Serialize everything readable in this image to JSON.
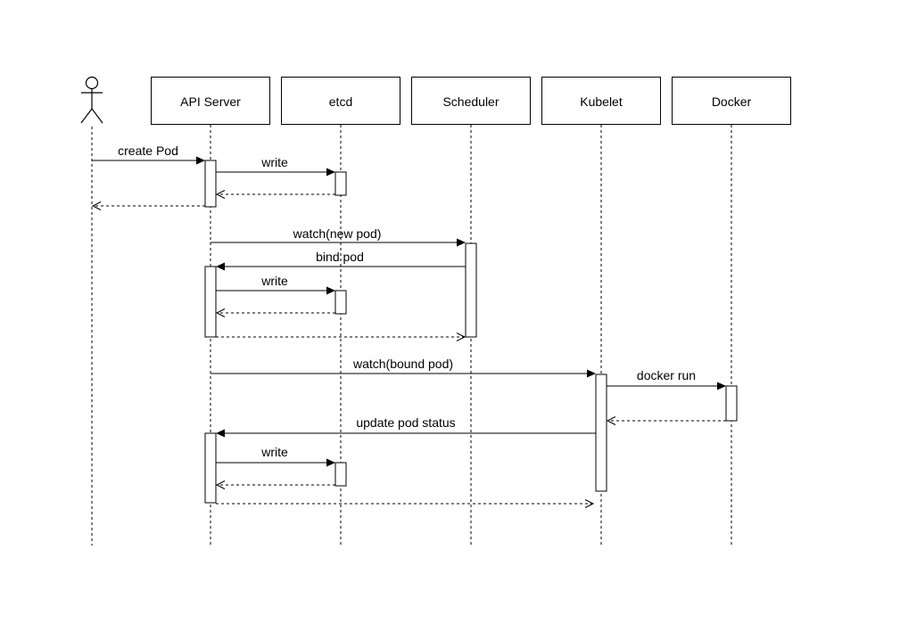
{
  "diagram": {
    "type": "sequence",
    "participants": [
      {
        "id": "user",
        "label": "",
        "kind": "actor"
      },
      {
        "id": "api",
        "label": "API Server",
        "kind": "box"
      },
      {
        "id": "etcd",
        "label": "etcd",
        "kind": "box"
      },
      {
        "id": "sched",
        "label": "Scheduler",
        "kind": "box"
      },
      {
        "id": "kubelet",
        "label": "Kubelet",
        "kind": "box"
      },
      {
        "id": "docker",
        "label": "Docker",
        "kind": "box"
      }
    ],
    "messages": [
      {
        "from": "user",
        "to": "api",
        "label": "create Pod",
        "style": "solid"
      },
      {
        "from": "api",
        "to": "etcd",
        "label": "write",
        "style": "solid"
      },
      {
        "from": "etcd",
        "to": "api",
        "label": "",
        "style": "dashed"
      },
      {
        "from": "api",
        "to": "user",
        "label": "",
        "style": "dashed"
      },
      {
        "from": "api",
        "to": "sched",
        "label": "watch(new pod)",
        "style": "solid"
      },
      {
        "from": "sched",
        "to": "api",
        "label": "bind pod",
        "style": "solid"
      },
      {
        "from": "api",
        "to": "etcd",
        "label": "write",
        "style": "solid"
      },
      {
        "from": "etcd",
        "to": "api",
        "label": "",
        "style": "dashed"
      },
      {
        "from": "api",
        "to": "sched",
        "label": "",
        "style": "dashed"
      },
      {
        "from": "api",
        "to": "kubelet",
        "label": "watch(bound pod)",
        "style": "solid"
      },
      {
        "from": "kubelet",
        "to": "docker",
        "label": "docker run",
        "style": "solid"
      },
      {
        "from": "docker",
        "to": "kubelet",
        "label": "",
        "style": "dashed"
      },
      {
        "from": "kubelet",
        "to": "api",
        "label": "update pod status",
        "style": "solid"
      },
      {
        "from": "api",
        "to": "etcd",
        "label": "write",
        "style": "solid"
      },
      {
        "from": "etcd",
        "to": "api",
        "label": "",
        "style": "dashed"
      },
      {
        "from": "api",
        "to": "kubelet",
        "label": "",
        "style": "dashed"
      }
    ]
  }
}
